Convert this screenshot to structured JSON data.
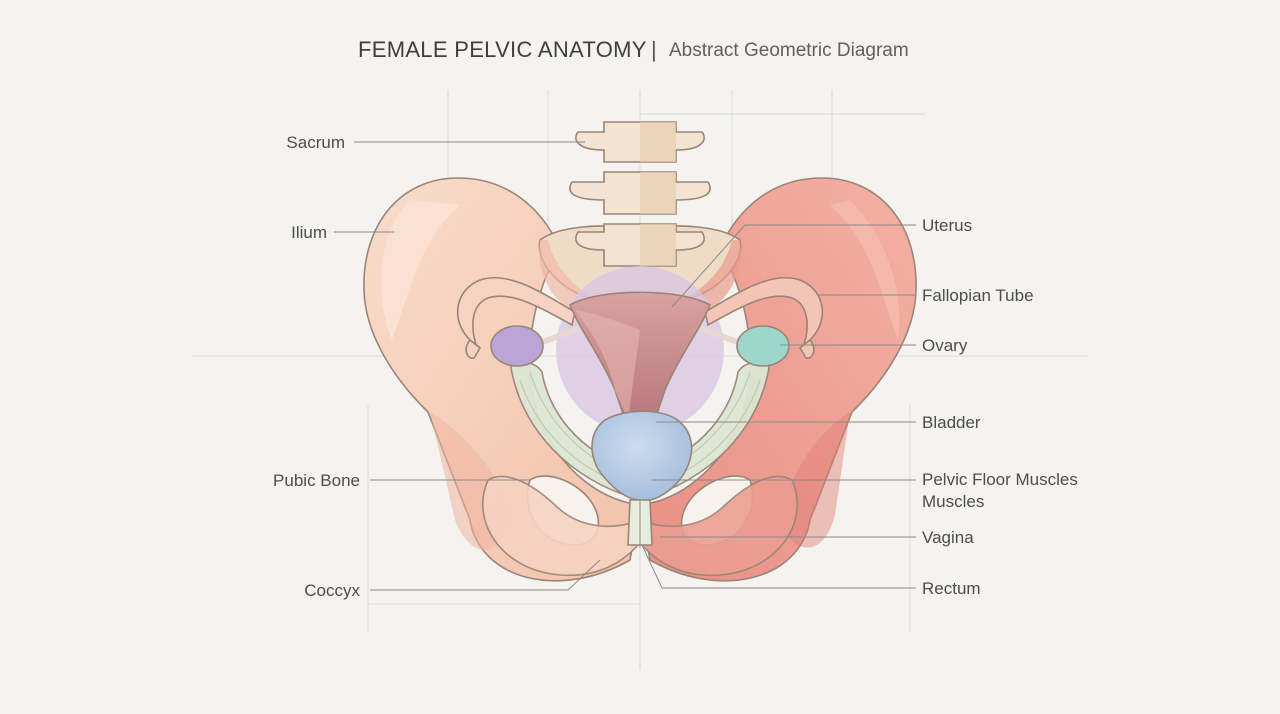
{
  "title": {
    "main": "FEMALE PELVIC ANATOMY",
    "separator": "|",
    "subtitle": "Abstract Geometric Diagram"
  },
  "labels": {
    "sacrum": "Sacrum",
    "ilium": "Ilium",
    "pubic_bone": "Pubic Bone",
    "coccyx": "Coccyx",
    "uterus": "Uterus",
    "fallopian_tube": "Fallopian Tube",
    "ovary": "Ovary",
    "bladder": "Bladder",
    "pelvic_floor_line1": "Pelvic Floor Muscles",
    "pelvic_floor_line2": "Muscles",
    "vagina": "Vagina",
    "rectum": "Rectum"
  },
  "colors": {
    "background": "#f4f3ef",
    "bone_left": "#f5cdb8",
    "bone_right": "#ee9f93",
    "vertebra": "#f1dcc4",
    "uterus": "#c98a8c",
    "ovary_left": "#b9a6d6",
    "ovary_right": "#9fd6cc",
    "bladder": "#b4cbe3",
    "pelvic_floor": "#d9e2cf"
  }
}
